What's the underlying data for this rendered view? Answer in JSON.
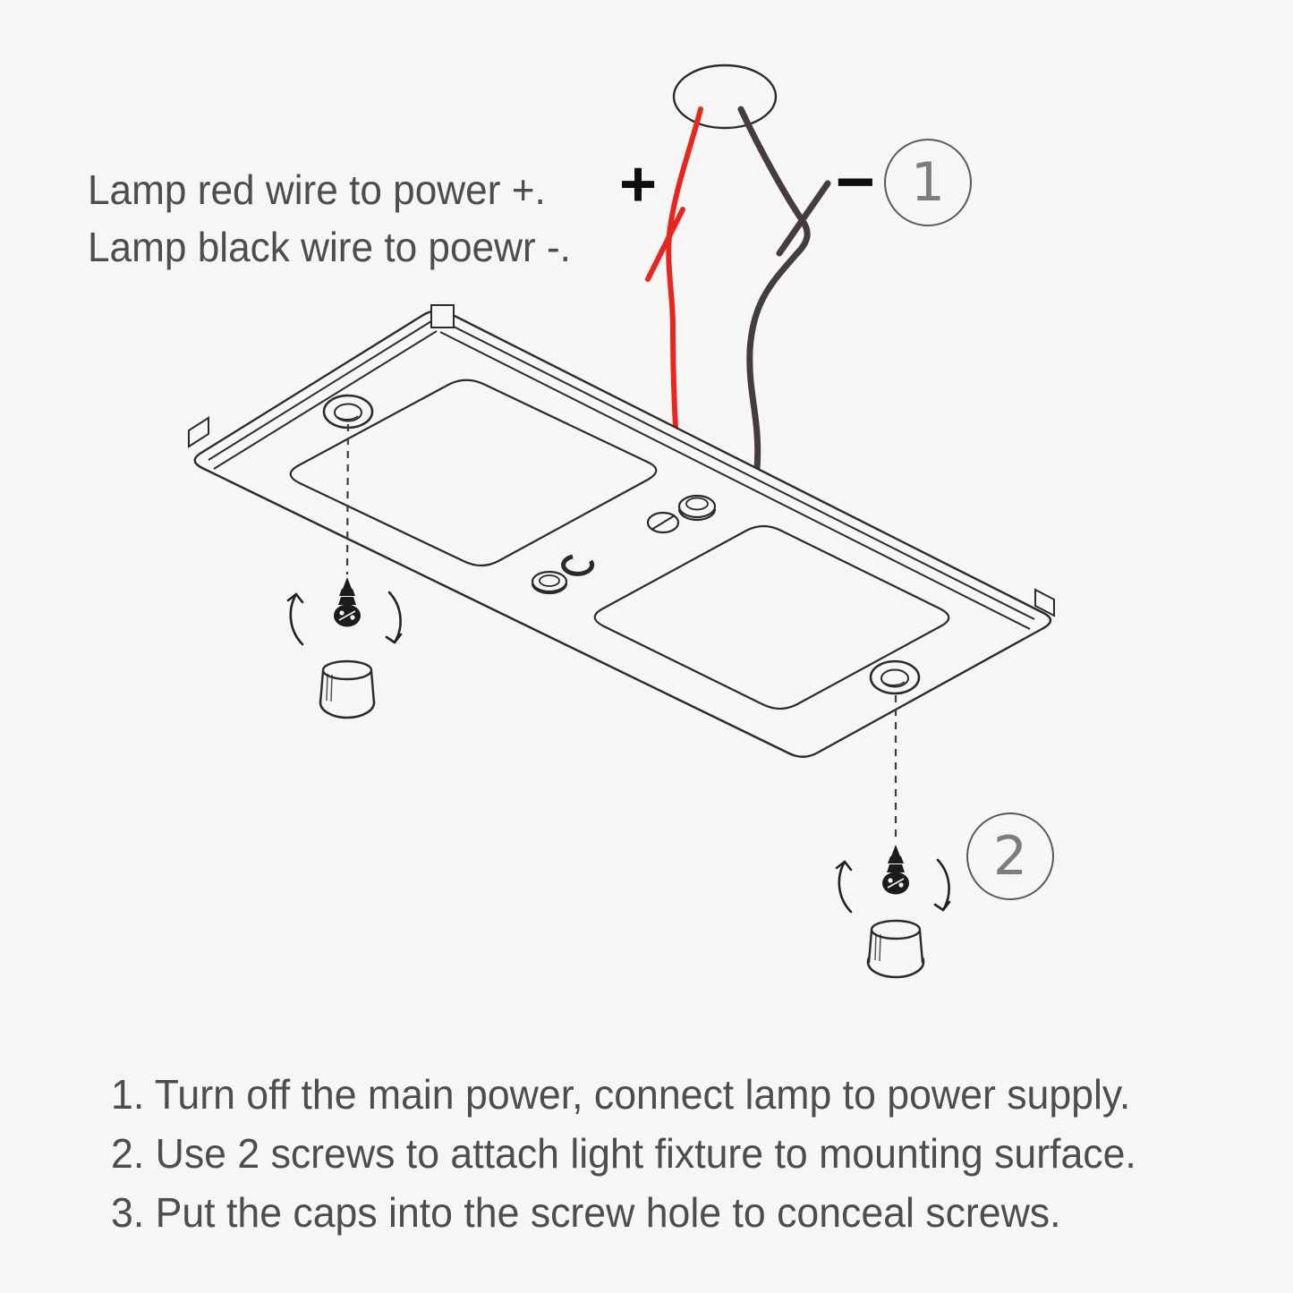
{
  "diagram": {
    "wiring_note": {
      "line1": "Lamp red wire to power +.",
      "line2": "Lamp black wire to poewr -."
    },
    "polarity": {
      "positive": "+",
      "negative": "−"
    },
    "step_callouts": {
      "one": "1",
      "two": "2"
    },
    "components": [
      "ceiling-power-hole",
      "red-wire",
      "black-wire",
      "lamp-fixture-panel",
      "screw-hole-front",
      "screw-hole-rear",
      "mounting-screw-1",
      "mounting-screw-2",
      "screw-cap-1",
      "screw-cap-2",
      "wire-connector-parts"
    ]
  },
  "instructions": {
    "steps": [
      "1. Turn off the main power, connect lamp to power supply.",
      "2. Use 2 screws to attach light fixture to mounting surface.",
      "3. Put the caps into the screw hole to conceal screws."
    ]
  },
  "colors": {
    "background": "#f6f6f5",
    "line": "#2b2b2b",
    "red_wire": "#e8261f",
    "black_wire": "#453c3e",
    "text": "#4d4d4d",
    "callout": "#7d7d7d"
  }
}
